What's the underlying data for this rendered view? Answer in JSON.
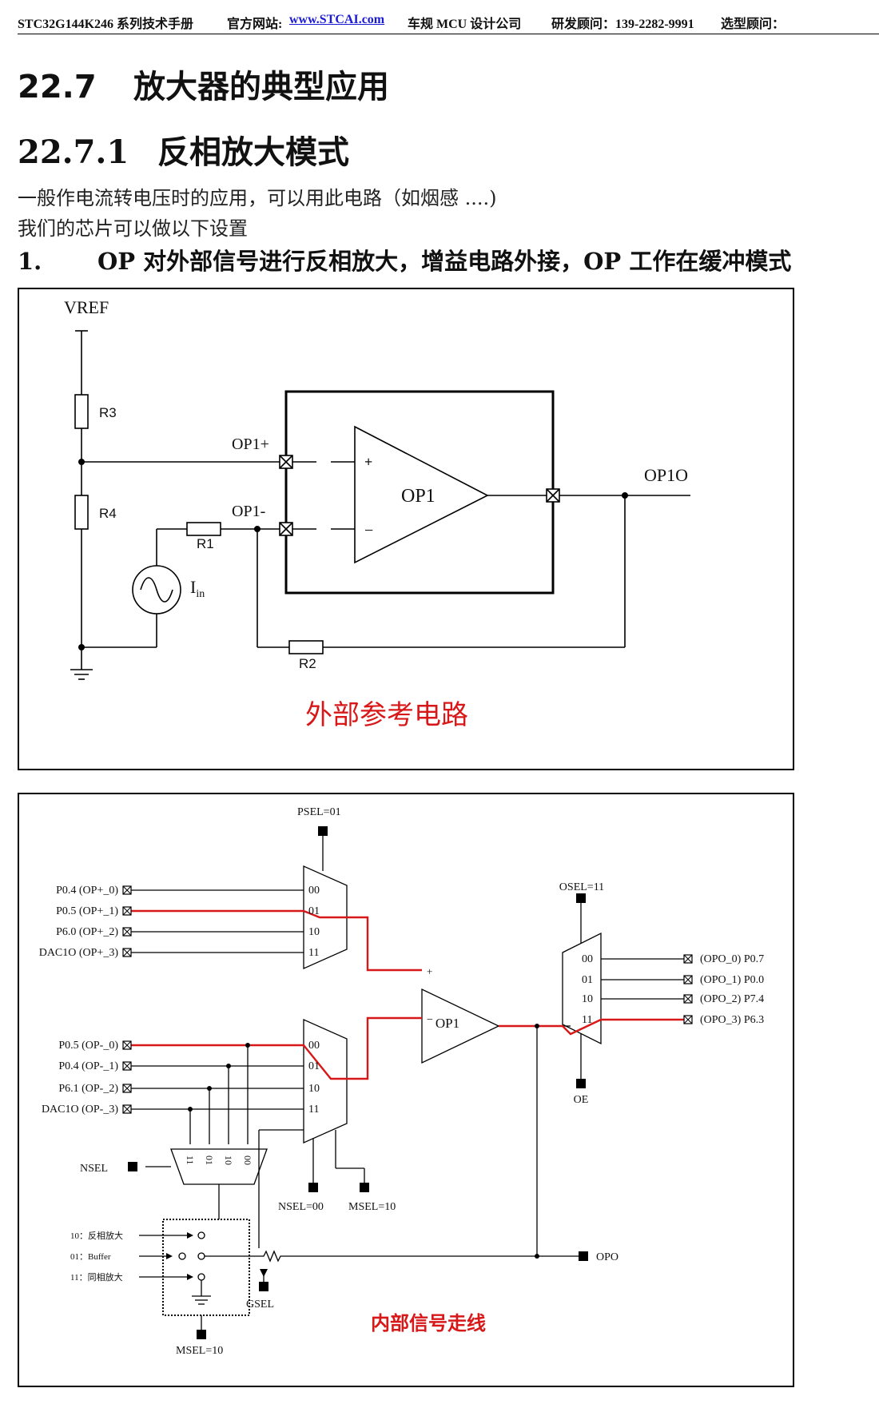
{
  "header": {
    "doc_title": "STC32G144K246 系列技术手册",
    "site_label": "官方网站:",
    "site_url": "www.STCAI.com",
    "company": "车规 MCU 设计公司",
    "advisor1": "研发顾问：139-2282-9991",
    "advisor2": "选型顾问："
  },
  "section": {
    "number": "22.7",
    "title": "放大器的典型应用"
  },
  "subsection": {
    "number": "22.7.1",
    "title": "反相放大模式"
  },
  "intro": {
    "line1": "一般作电流转电压时的应用，可以用此电路（如烟感 ....)",
    "line2": "我们的芯片可以做以下设置"
  },
  "item1": {
    "number": "1.",
    "text": "OP 对外部信号进行反相放大，增益电路外接，OP 工作在缓冲模式"
  },
  "figure1": {
    "vref": "VREF",
    "r3": "R3",
    "r4": "R4",
    "r1": "R1",
    "r2": "R2",
    "iin": "I",
    "iin_sub": "in",
    "op_plus": "OP1+",
    "op_minus": "OP1-",
    "op_name": "OP1",
    "op_out": "OP1O",
    "plus_sign": "+",
    "minus_sign": "−",
    "caption": "外部参考电路"
  },
  "figure2": {
    "psel": "PSEL=01",
    "osel": "OSEL=11",
    "oe": "OE",
    "nsel": "NSEL",
    "nsel_value": "NSEL=00",
    "msel_value": "MSEL=10",
    "msel_bottom": "MSEL=10",
    "gsel": "GSEL",
    "opo": "OPO",
    "op_name": "OP1",
    "plus_sign": "+",
    "minus_sign": "−",
    "pos_inputs": [
      "P0.4 (OP+_0)",
      "P0.5 (OP+_1)",
      "P6.0 (OP+_2)",
      "DAC1O (OP+_3)"
    ],
    "neg_inputs": [
      "P0.5 (OP-_0)",
      "P0.4 (OP-_1)",
      "P6.1 (OP-_2)",
      "DAC1O (OP-_3)"
    ],
    "outputs": [
      "(OPO_0) P0.7",
      "(OPO_1) P0.0",
      "(OPO_2) P7.4",
      "(OPO_3) P6.3"
    ],
    "mux_codes": [
      "00",
      "01",
      "10",
      "11"
    ],
    "nsel_codes": [
      "11",
      "01",
      "10",
      "00"
    ],
    "modes": [
      "10：反相放大",
      "01：Buffer",
      "11：同相放大"
    ],
    "caption": "内部信号走线",
    "colors": {
      "route": "#d81818",
      "caption": "#d81818",
      "wire": "#000000"
    }
  }
}
